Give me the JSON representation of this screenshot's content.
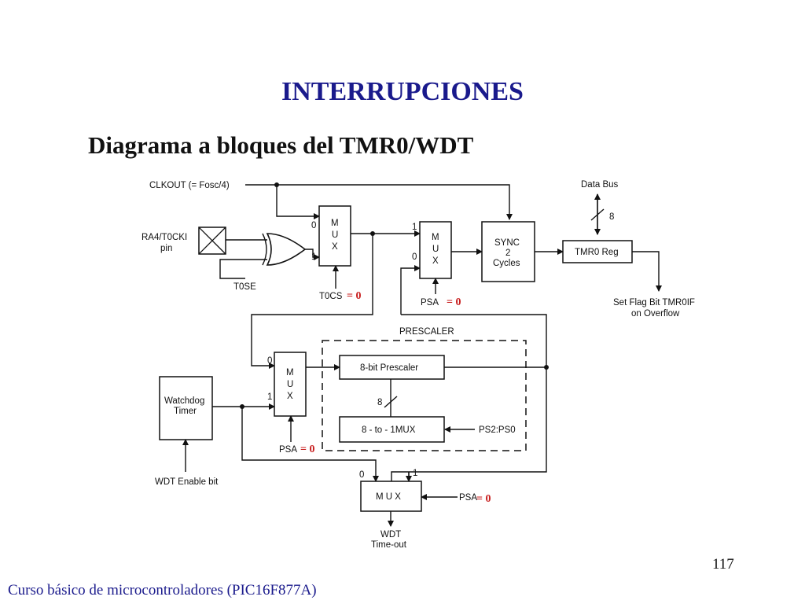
{
  "slide": {
    "title": "INTERRUPCIONES",
    "subtitle": "Diagrama a bloques del TMR0/WDT",
    "page_number": "117",
    "footer": "Curso básico de microcontroladores (PIC16F877A)"
  },
  "diagram": {
    "clkout": "CLKOUT (= Fosc/4)",
    "ra4_line1": "RA4/T0CKI",
    "ra4_line2": "pin",
    "t0se": "T0SE",
    "mux1": {
      "in0": "0",
      "in1": "1",
      "letters": [
        "M",
        "U",
        "X"
      ],
      "select": "T0CS",
      "select_value": "= 0"
    },
    "mux2": {
      "in1": "1",
      "in0": "0",
      "letters": [
        "M",
        "U",
        "X"
      ],
      "select": "PSA",
      "select_value": "= 0"
    },
    "sync": [
      "SYNC",
      "2",
      "Cycles"
    ],
    "tmr0_reg": "TMR0 Reg",
    "data_bus": "Data Bus",
    "bus_width": "8",
    "set_flag_line1": "Set Flag Bit TMR0IF",
    "set_flag_line2": "on Overflow",
    "prescaler_label": "PRESCALER",
    "prescaler_8bit": "8-bit Prescaler",
    "prescaler_bus_width": "8",
    "mux_8to1": "8 - to - 1MUX",
    "ps_select": "PS2:PS0",
    "watchdog_line1": "Watchdog",
    "watchdog_line2": "Timer",
    "wdt_enable": "WDT Enable bit",
    "mux3": {
      "in0": "0",
      "in1": "1",
      "letters": [
        "M",
        "U",
        "X"
      ],
      "select": "PSA",
      "select_value": "= 0"
    },
    "mux4": {
      "in0": "0",
      "in1": "1",
      "label": "M U X",
      "select": "PSA",
      "select_value": "= 0"
    },
    "wdt_timeout_line1": "WDT",
    "wdt_timeout_line2": "Time-out"
  }
}
